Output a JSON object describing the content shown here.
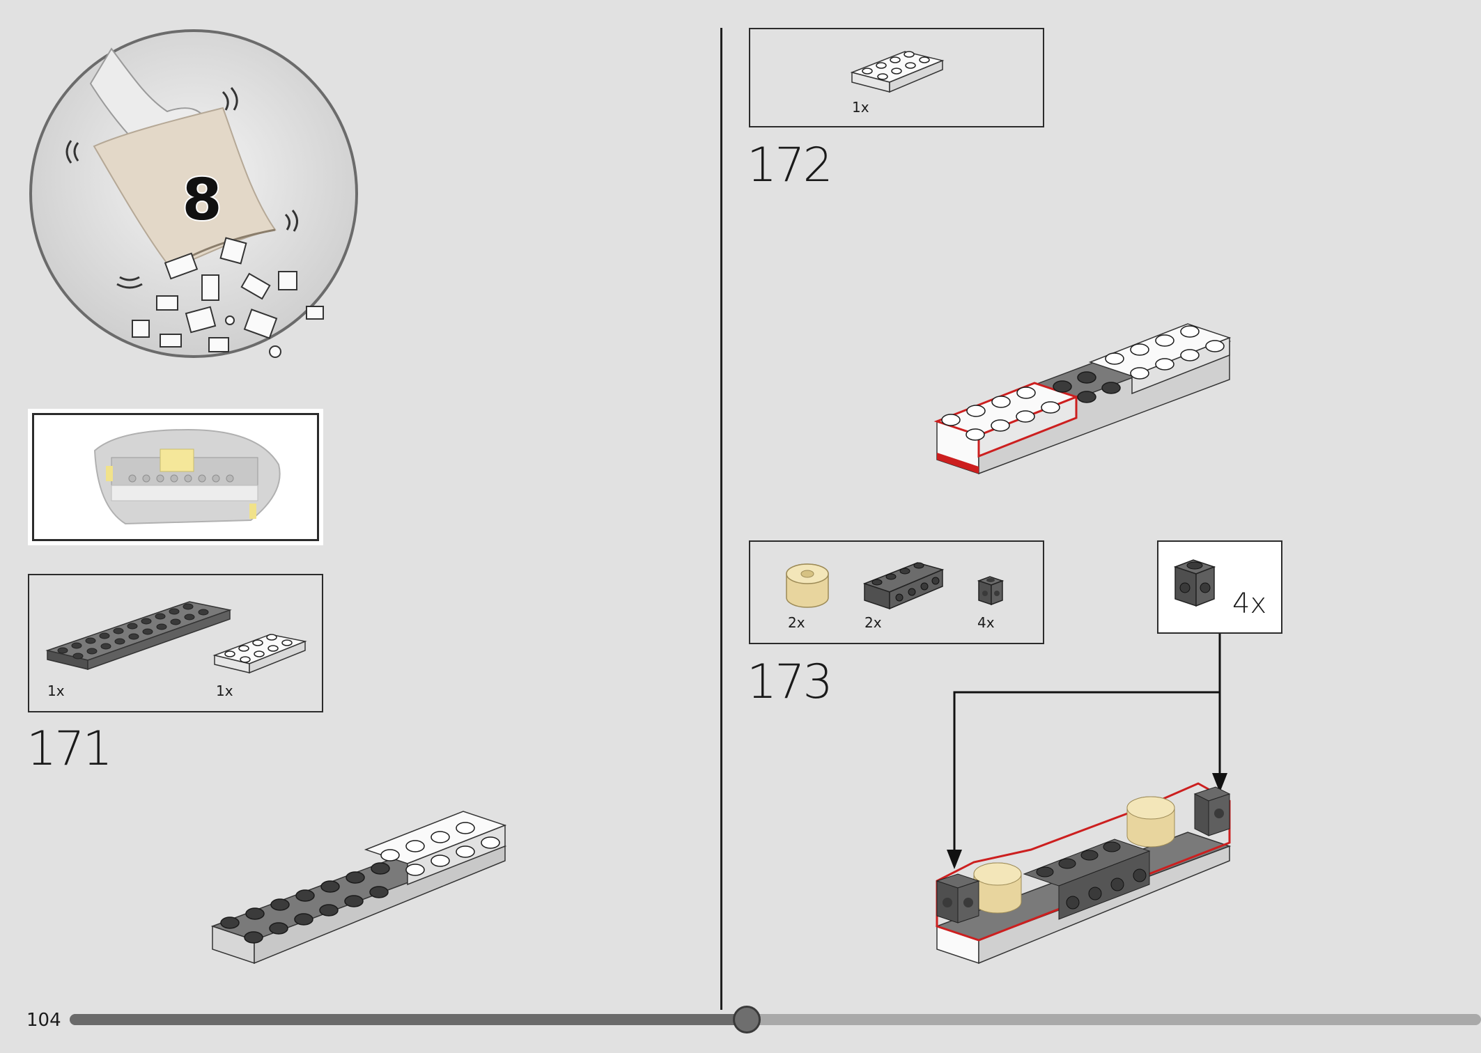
{
  "page": {
    "number": "104"
  },
  "bag": {
    "number": "8"
  },
  "progress": {
    "fraction": 0.48
  },
  "steps": [
    {
      "number": "171",
      "parts": [
        {
          "qty": "1x",
          "name": "dark-gray-plate-2x10"
        },
        {
          "qty": "1x",
          "name": "white-plate-2x4"
        }
      ]
    },
    {
      "number": "172",
      "parts": [
        {
          "qty": "1x",
          "name": "white-plate-2x4"
        }
      ]
    },
    {
      "number": "173",
      "parts": [
        {
          "qty": "2x",
          "name": "tan-round-brick-2x2"
        },
        {
          "qty": "2x",
          "name": "dark-gray-brick-1x4-studs"
        },
        {
          "qty": "4x",
          "name": "dark-gray-brick-1x1-studs"
        }
      ]
    }
  ],
  "callout": {
    "qty": "4x",
    "name": "dark-gray-brick-1x1-studs"
  },
  "colors": {
    "background": "#e1e1e1",
    "dark_gray": "#5b5b5b",
    "white_part": "#f5f5f5",
    "tan": "#e8d59e",
    "highlight": "#cc1f1f"
  }
}
